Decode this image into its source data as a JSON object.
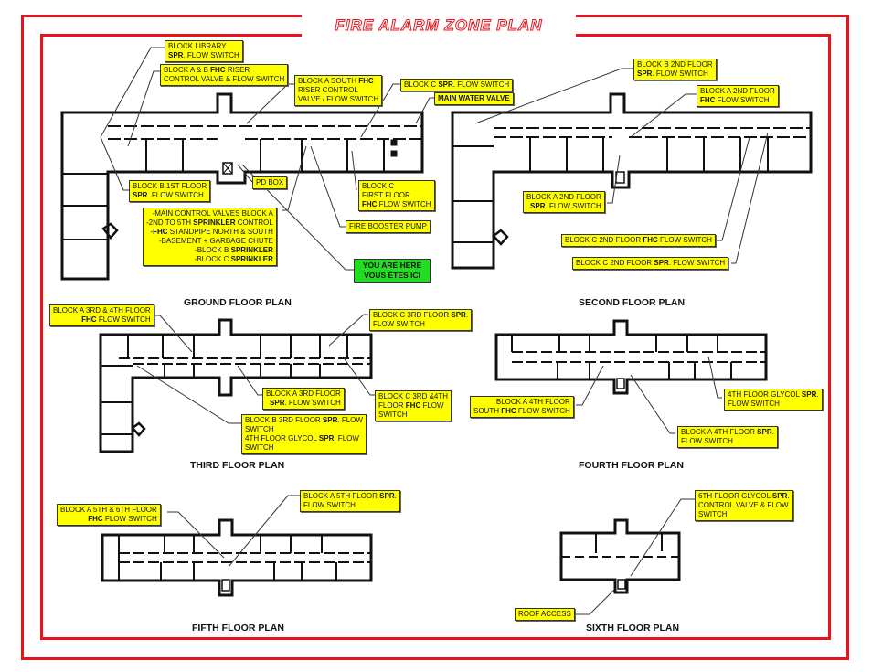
{
  "title": "FIRE ALARM ZONE PLAN",
  "colors": {
    "border": "#e8141b",
    "callout": "#ffff00",
    "you_are_here": "#22dd22"
  },
  "plans": {
    "ground": "GROUND FLOOR PLAN",
    "second": "SECOND FLOOR PLAN",
    "third": "THIRD FLOOR PLAN",
    "fourth": "FOURTH FLOOR PLAN",
    "fifth": "FIFTH FLOOR PLAN",
    "sixth": "SIXTH FLOOR PLAN"
  },
  "callouts": {
    "g_library": {
      "l1": "BLOCK LIBRARY",
      "b2": "SPR",
      "l2": ". FLOW SWITCH"
    },
    "g_ab_riser": {
      "l1a": "BLOCK A & B ",
      "b1": "FHC",
      "l1b": " RISER",
      "l2": "CONTROL VALVE & FLOW SWITCH"
    },
    "g_a_south": {
      "l1a": "BLOCK A SOUTH ",
      "b1": "FHC",
      "l2": "RISER CONTROL",
      "l3": "VALVE / FLOW SWITCH"
    },
    "g_c_spr": {
      "l1a": "BLOCK C ",
      "b1": "SPR",
      "l1b": ". FLOW SWITCH"
    },
    "g_main_valve": {
      "b1": "MAIN WATER VALVE"
    },
    "g_b_1st": {
      "l1": "BLOCK B 1ST FLOOR",
      "b2": "SPR",
      "l2": ". FLOW SWITCH"
    },
    "g_pd_box": {
      "l1": "PD BOX"
    },
    "g_c_first": {
      "l1": "BLOCK C",
      "l2": "FIRST FLOOR",
      "b3": "FHC",
      "l3": " FLOW SWITCH"
    },
    "g_main_control": {
      "l1": "-MAIN CONTROL VALVES BLOCK A",
      "l2a": "-2ND TO 5TH ",
      "b2": "SPRINKLER",
      "l2b": " CONTROL",
      "l3a": "-",
      "b3": "FHC",
      "l3b": " STANDPIPE NORTH & SOUTH",
      "l4": "-BASEMENT + GARBAGE CHUTE",
      "l5a": "-BLOCK B ",
      "b5": "SPRINKLER",
      "l6a": "-BLOCK C ",
      "b6": "SPRINKLER"
    },
    "g_booster": {
      "l1": "FIRE BOOSTER PUMP"
    },
    "g_you_are_here": {
      "l1": "YOU ARE HERE",
      "l2": "VOUS ÊTES ICI"
    },
    "s_b_2nd": {
      "l1": "BLOCK B 2ND FLOOR",
      "b2": "SPR",
      "l2": ". FLOW SWITCH"
    },
    "s_a_2nd_fhc": {
      "l1": "BLOCK A 2ND FLOOR",
      "b2": "FHC",
      "l2": " FLOW SWITCH"
    },
    "s_a_2nd_spr": {
      "l1": "BLOCK A 2ND FLOOR",
      "b2": "SPR",
      "l2": ". FLOW SWITCH"
    },
    "s_c_2nd_fhc": {
      "l1a": "BLOCK C 2ND FLOOR ",
      "b1": "FHC",
      "l1b": " FLOW SWITCH"
    },
    "s_c_2nd_spr": {
      "l1a": "BLOCK C 2ND FLOOR ",
      "b1": "SPR",
      "l1b": ". FLOW SWITCH"
    },
    "t_a_34": {
      "l1": "BLOCK A 3RD & 4TH FLOOR",
      "b2": "FHC",
      "l2": " FLOW SWITCH"
    },
    "t_c_3rd": {
      "l1a": "BLOCK C 3RD FLOOR ",
      "b1": "SPR",
      "l1b": ".",
      "l2": "FLOW SWITCH"
    },
    "t_a_3rd": {
      "l1": "BLOCK A 3RD FLOOR",
      "b2": "SPR",
      "l2": ". FLOW SWITCH"
    },
    "t_c_34": {
      "l1": "BLOCK C 3RD &4TH",
      "l2a": "FLOOR ",
      "b2": "FHC",
      "l2b": " FLOW",
      "l3": "SWITCH"
    },
    "t_b_3rd": {
      "l1a": "BLOCK B 3RD FLOOR ",
      "b1": "SPR",
      "l1b": ". FLOW",
      "l2": "SWITCH",
      "l3a": "4TH FLOOR GLYCOL ",
      "b3": "SPR",
      "l3b": ". FLOW",
      "l4": "SWITCH"
    },
    "f_a_4th_south": {
      "l1": "BLOCK A 4TH FLOOR",
      "l2a": "SOUTH ",
      "b2": "FHC",
      "l2b": " FLOW SWITCH"
    },
    "f_glycol": {
      "l1a": "4TH FLOOR GLYCOL ",
      "b1": "SPR",
      "l1b": ".",
      "l2": "FLOW SWITCH"
    },
    "f_a_4th_spr": {
      "l1a": "BLOCK A 4TH  FLOOR ",
      "b1": "SPR",
      "l1b": ".",
      "l2": "FLOW SWITCH"
    },
    "v_a_56": {
      "l1": "BLOCK A 5TH & 6TH FLOOR",
      "b2": "FHC",
      "l2": " FLOW SWITCH"
    },
    "v_a_5th": {
      "l1a": "BLOCK A 5TH FLOOR ",
      "b1": "SPR",
      "l1b": ".",
      "l2": "FLOW SWITCH"
    },
    "x_glycol": {
      "l1a": "6TH FLOOR GLYCOL ",
      "b1": "SPR",
      "l1b": ".",
      "l2": "CONTROL VALVE & FLOW",
      "l3": "SWITCH"
    },
    "x_roof": {
      "l1": "ROOF ACCESS"
    }
  }
}
